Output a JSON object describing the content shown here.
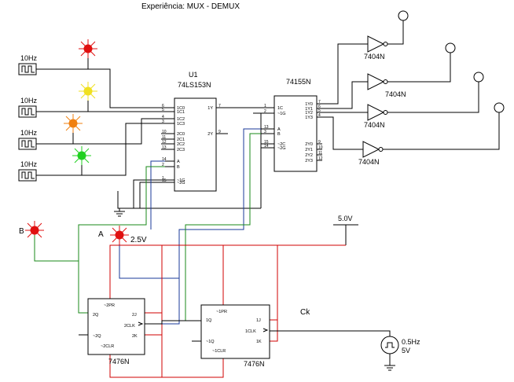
{
  "title": "Experiência: MUX - DEMUX",
  "clocks": [
    {
      "label": "10Hz"
    },
    {
      "label": "10Hz"
    },
    {
      "label": "10Hz"
    },
    {
      "label": "10Hz"
    }
  ],
  "leds": {
    "red": "#e01010",
    "yellow": "#f0e020",
    "orange": "#f08010",
    "green": "#20d020"
  },
  "mux": {
    "ref": "U1",
    "part": "74LS153N",
    "left_pins": [
      "1C0",
      "1C1",
      "1C2",
      "1C3",
      "2C0",
      "2C1",
      "2C2",
      "2C3",
      "A",
      "B",
      "~1G",
      "~2G"
    ],
    "left_nums": [
      "6",
      "5",
      "4",
      "3",
      "10",
      "11",
      "12",
      "13",
      "14",
      "2",
      "1",
      "15"
    ],
    "right_pins": [
      "1Y",
      "2Y"
    ],
    "right_nums": [
      "7",
      "9"
    ]
  },
  "demux": {
    "part": "74155N",
    "left_pins": [
      "1C",
      "~1G",
      "A",
      "B",
      "~2C",
      "~2G"
    ],
    "left_nums": [
      "1",
      "2",
      "13",
      "3",
      "15",
      "14"
    ],
    "right_pins": [
      "1Y0",
      "1Y1",
      "1Y2",
      "1Y3",
      "2Y0",
      "2Y1",
      "2Y2",
      "2Y3"
    ],
    "right_nums": [
      "7",
      "6",
      "5",
      "4",
      "9",
      "10",
      "11",
      "12"
    ]
  },
  "inverters": [
    "7404N",
    "7404N",
    "7404N",
    "7404N"
  ],
  "switch_b": {
    "label": "B"
  },
  "switch_a": {
    "label": "A",
    "voltage": "2.5V"
  },
  "vcc": {
    "label": "5.0V"
  },
  "ff1": {
    "part": "7476N",
    "pins": {
      "pr": "~2PR",
      "q": "2Q",
      "j": "2J",
      "clk": "2CLK",
      "nq": "~2Q",
      "k": "2K",
      "clr": "~2CLR"
    }
  },
  "ff2": {
    "part": "7476N",
    "pins": {
      "pr": "~1PR",
      "q": "1Q",
      "j": "1J",
      "clk": "1CLK",
      "nq": "~1Q",
      "k": "1K",
      "clr": "~1CLR"
    }
  },
  "ck": {
    "label": "Ck"
  },
  "source": {
    "freq": "0.5Hz",
    "volt": "5V"
  }
}
